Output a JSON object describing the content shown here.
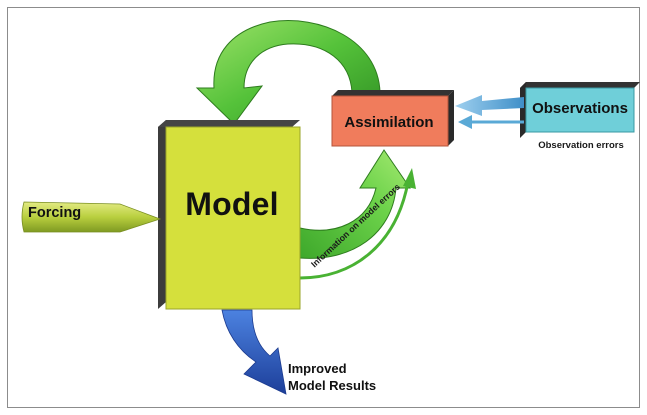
{
  "model": {
    "label": "Model"
  },
  "assimilation": {
    "label": "Assimilation"
  },
  "observations": {
    "label": "Observations",
    "errors_label": "Observation errors"
  },
  "forcing": {
    "label": "Forcing"
  },
  "results": {
    "line1": "Improved",
    "line2": "Model Results"
  },
  "model_errors": {
    "label": "Information on model errors"
  },
  "colors": {
    "model_box": "#d5e03c",
    "assimilation_box": "#f07c5c",
    "observations_box": "#6fcfd9",
    "cycle_arrow": "#5cc63c",
    "results_arrow": "#2f5fbf",
    "forcing_arrow": "#b7cf42",
    "observation_arrows": "#5aa9d6"
  }
}
